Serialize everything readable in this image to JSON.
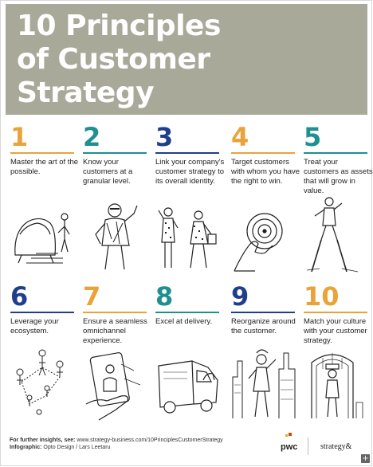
{
  "header": {
    "title_lines": [
      "10 Principles",
      "of Customer",
      "Strategy"
    ]
  },
  "principles": [
    {
      "num": "1",
      "text": "Master the art of the possible.",
      "color": "#e8a33a",
      "icon": "car-and-person-illustration"
    },
    {
      "num": "2",
      "text": "Know your customers at a granular level.",
      "color": "#1f8f8f",
      "icon": "man-with-glasses-illustration"
    },
    {
      "num": "3",
      "text": "Link your company's customer strategy to its overall identity.",
      "color": "#1f3f8a",
      "icon": "two-women-illustration"
    },
    {
      "num": "4",
      "text": "Target customers with whom you have the right to win.",
      "color": "#e8a33a",
      "icon": "hand-holding-target-illustration"
    },
    {
      "num": "5",
      "text": "Treat your customers as assets that will grow in value.",
      "color": "#1f8f8f",
      "icon": "person-on-stilts-illustration"
    },
    {
      "num": "6",
      "text": "Leverage your ecosystem.",
      "color": "#1f3f8a",
      "icon": "network-of-people-illustration"
    },
    {
      "num": "7",
      "text": "Ensure a seamless omnichannel experience.",
      "color": "#e8a33a",
      "icon": "hand-holding-phone-illustration"
    },
    {
      "num": "8",
      "text": "Excel at delivery.",
      "color": "#1f8f8f",
      "icon": "delivery-truck-illustration"
    },
    {
      "num": "9",
      "text": "Reorganize around the customer.",
      "color": "#1f3f8a",
      "icon": "woman-in-city-illustration"
    },
    {
      "num": "10",
      "text": "Match your culture with your customer strategy.",
      "color": "#e8a33a",
      "icon": "person-in-doorway-illustration"
    }
  ],
  "footer": {
    "insights_label": "For further insights, see:",
    "insights_url": "www.strategy-business.com/10PrinciplesCustomerStrategy",
    "infographic_label": "Infographic:",
    "infographic_credit": "Opto Design / Lars Leetaru",
    "logo_pwc": "pwc",
    "logo_strategy": "strategy&"
  },
  "expand_label": "+"
}
